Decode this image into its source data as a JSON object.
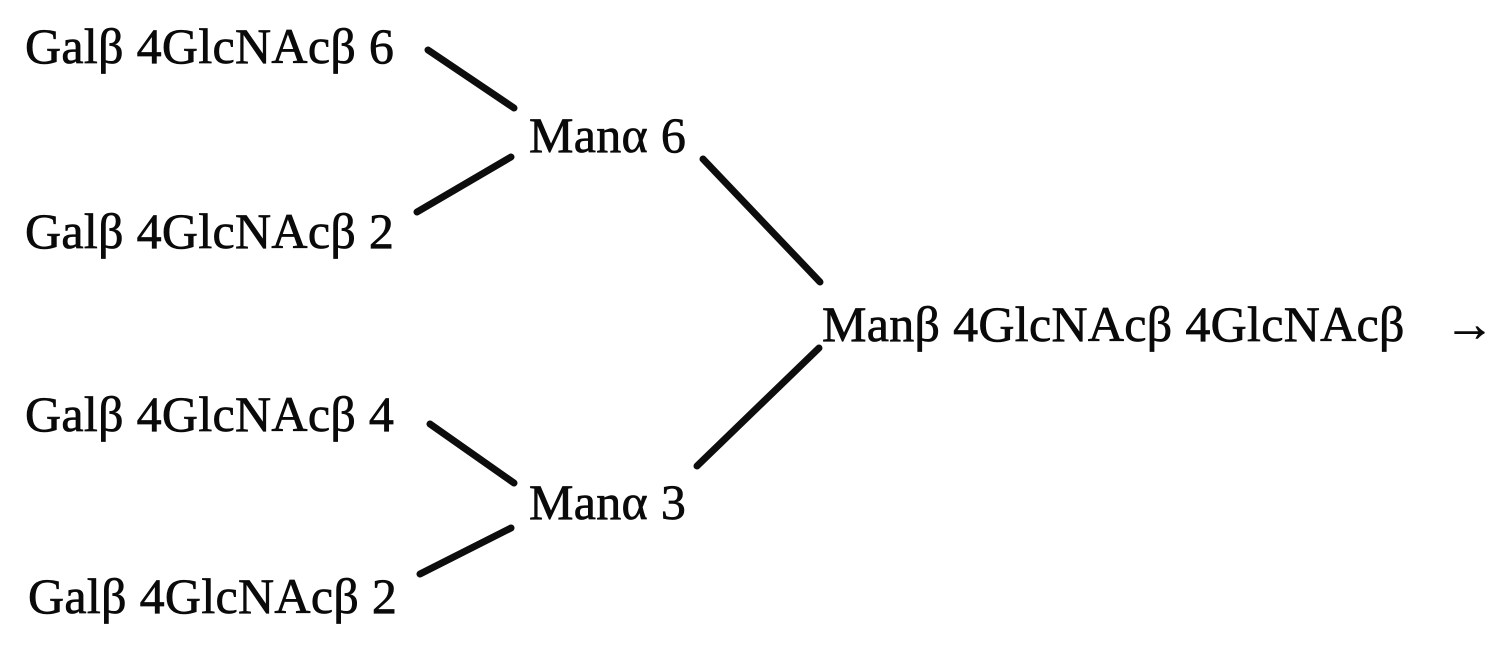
{
  "diagram": {
    "type": "glycan-tree",
    "description": "Tetraantennary N-linked oligosaccharide branching diagram",
    "background_color": "#ffffff",
    "ink_color": "#0a0a0a",
    "nodes": {
      "branch_upper_6": {
        "label": "Galβ 4GlcNAcβ 6"
      },
      "branch_upper_2": {
        "label": "Galβ 4GlcNAcβ 2"
      },
      "man_alpha_6": {
        "label": "Manα 6"
      },
      "branch_lower_4": {
        "label": "Galβ 4GlcNAcβ 4"
      },
      "branch_lower_2": {
        "label": "Galβ 4GlcNAcβ 2"
      },
      "man_alpha_3": {
        "label": "Manα 3"
      },
      "core": {
        "label": "Manβ 4GlcNAcβ 4GlcNAcβ",
        "arrow": "→"
      }
    },
    "edges": [
      {
        "from": "branch_upper_6",
        "to": "man_alpha_6"
      },
      {
        "from": "branch_upper_2",
        "to": "man_alpha_6"
      },
      {
        "from": "man_alpha_6",
        "to": "core"
      },
      {
        "from": "branch_lower_4",
        "to": "man_alpha_3"
      },
      {
        "from": "branch_lower_2",
        "to": "man_alpha_3"
      },
      {
        "from": "man_alpha_3",
        "to": "core"
      }
    ]
  }
}
